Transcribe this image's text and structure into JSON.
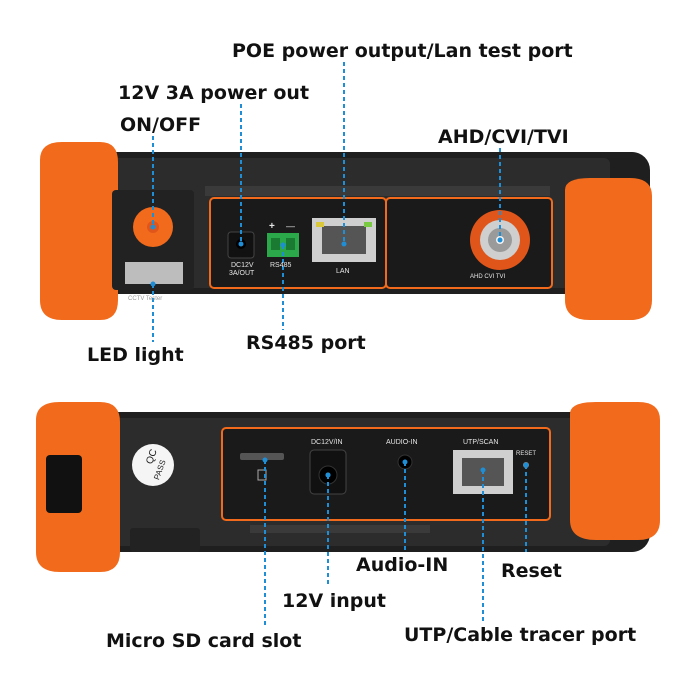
{
  "labels": {
    "poe": "POE power output/Lan test port",
    "power_out": "12V 3A power out",
    "onoff": "ON/OFF",
    "ahd": "AHD/CVI/TVI",
    "led": "LED light",
    "rs485": "RS485 port",
    "audio_in": "Audio-IN",
    "reset": "Reset",
    "input12v": "12V input",
    "sd": "Micro SD card slot",
    "utp": "UTP/Cable tracer port"
  },
  "device_text": {
    "dc12v_out": "DC12V",
    "dc12v_out2": "3A/OUT",
    "rs485": "RS485",
    "lan": "LAN",
    "ahd_port": "AHD CVI TVI",
    "plus": "+",
    "minus": "—",
    "brand": "CCTV Tester",
    "dc12v_in": "DC12V/IN",
    "audio_in": "AUDIO-IN",
    "utp_scan": "UTP/SCAN",
    "reset": "RESET",
    "qc1": "QC",
    "qc2": "PASS"
  },
  "colors": {
    "orange": "#f26a1b",
    "body": "#262626",
    "callout": "#1e8fd6"
  }
}
